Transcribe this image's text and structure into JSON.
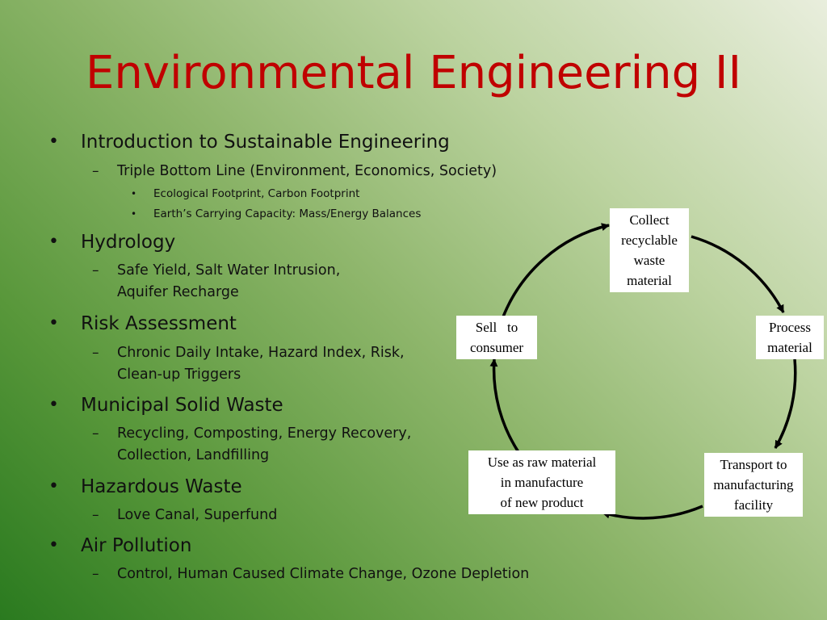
{
  "title": "Environmental Engineering II",
  "bullet_glyph": "•",
  "dash_glyph": "–",
  "outline": {
    "intro": {
      "label": "Introduction to Sustainable Engineering",
      "sub": "Triple Bottom Line (Environment, Economics, Society)",
      "subsub": [
        "Ecological Footprint, Carbon Footprint",
        "Earth’s Carrying Capacity: Mass/Energy Balances"
      ]
    },
    "hydrology": {
      "label": "Hydrology",
      "sub_lines": [
        "Safe Yield, Salt Water Intrusion,",
        "Aquifer Recharge"
      ]
    },
    "risk": {
      "label": "Risk Assessment",
      "sub_lines": [
        "Chronic Daily Intake, Hazard Index, Risk,",
        "Clean-up Triggers"
      ]
    },
    "msw": {
      "label": "Municipal Solid Waste",
      "sub_lines": [
        "Recycling, Composting, Energy Recovery,",
        "Collection, Landfilling"
      ]
    },
    "hazardous": {
      "label": "Hazardous Waste",
      "sub": "Love Canal, Superfund"
    },
    "air": {
      "label": "Air Pollution",
      "sub": "Control, Human Caused Climate Change, Ozone Depletion"
    }
  },
  "cycle": {
    "collect": [
      "Collect",
      "recyclable",
      "waste",
      "material"
    ],
    "process": [
      "Process",
      "material"
    ],
    "transport": [
      "Transport to",
      "manufacturing",
      "facility"
    ],
    "use": [
      "Use as raw material",
      "in manufacture",
      "of new product"
    ],
    "sell": [
      "Sell   to",
      "consumer"
    ]
  }
}
